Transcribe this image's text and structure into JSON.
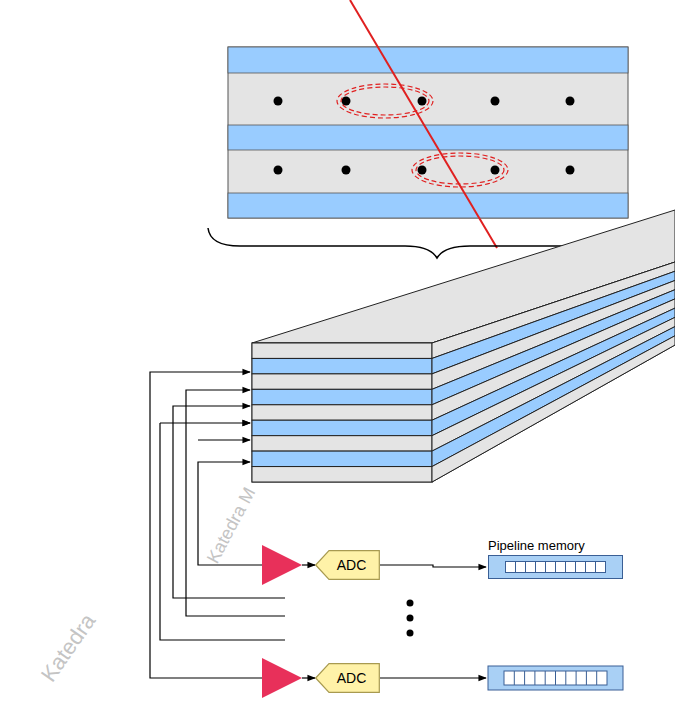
{
  "diagram": {
    "nodes": [
      {
        "text": [
          "ADC"
        ]
      },
      {
        "text": [
          "Pipeline memory"
        ]
      },
      {
        "text": [
          "ADC"
        ]
      }
    ],
    "edges": [
      {
        "from": 0,
        "to": 1,
        "arrow": "to"
      }
    ],
    "labels": [
      "Katedra",
      "Katedra M"
    ]
  }
}
